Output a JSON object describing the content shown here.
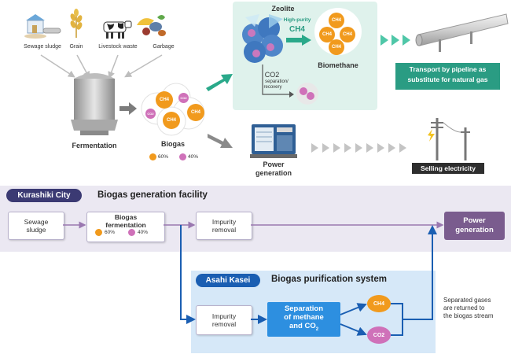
{
  "sources": {
    "sewage": "Sewage sludge",
    "grain": "Grain",
    "livestock": "Livestock waste",
    "garbage": "Garbage"
  },
  "fermentation": "Fermentation",
  "biogas": {
    "label": "Biogas",
    "ch4_pct": "60%",
    "co2_pct": "40%",
    "ch4": "CH4",
    "co2": "CO2"
  },
  "zeolite_panel": {
    "zeolite": "Zeolite",
    "high_purity": "High-purity",
    "ch4": "CH4",
    "co2": "CO2",
    "separation": "separation/",
    "recovery": "recovery",
    "biomethane": "Biomethane"
  },
  "transport": {
    "line1": "Transport by pipeline as",
    "line2": "substitute for natural gas"
  },
  "power_generation": {
    "line1": "Power",
    "line2": "generation"
  },
  "selling_electricity": "Selling electricity",
  "kurashiki": {
    "pill": "Kurashiki City",
    "title": "Biogas generation facility",
    "sewage_box": [
      "Sewage",
      "sludge"
    ],
    "fermentation_box": [
      "Biogas",
      "fermentation"
    ],
    "ch4_pct": "60%",
    "co2_pct": "40%",
    "impurity_box": [
      "Impurity",
      "removal"
    ],
    "power_box": [
      "Power",
      "generation"
    ]
  },
  "asahi": {
    "pill": "Asahi Kasei",
    "title": "Biogas purification system",
    "impurity_box": [
      "Impurity",
      "removal"
    ],
    "separation_box": [
      "Separation",
      "of methane",
      "and CO"
    ],
    "ch4": "CH4",
    "co2": "CO2"
  },
  "note": [
    "Separated gases",
    "are returned to",
    "the biogas stream"
  ],
  "colors": {
    "teal": "#2a9c83",
    "orange": "#f19a1d",
    "pink": "#cf71b9",
    "purple_dark": "#3b3a73",
    "purple_power": "#7a5c8e",
    "blue": "#1a5eb2",
    "blue_sep": "#2d8fe0"
  }
}
